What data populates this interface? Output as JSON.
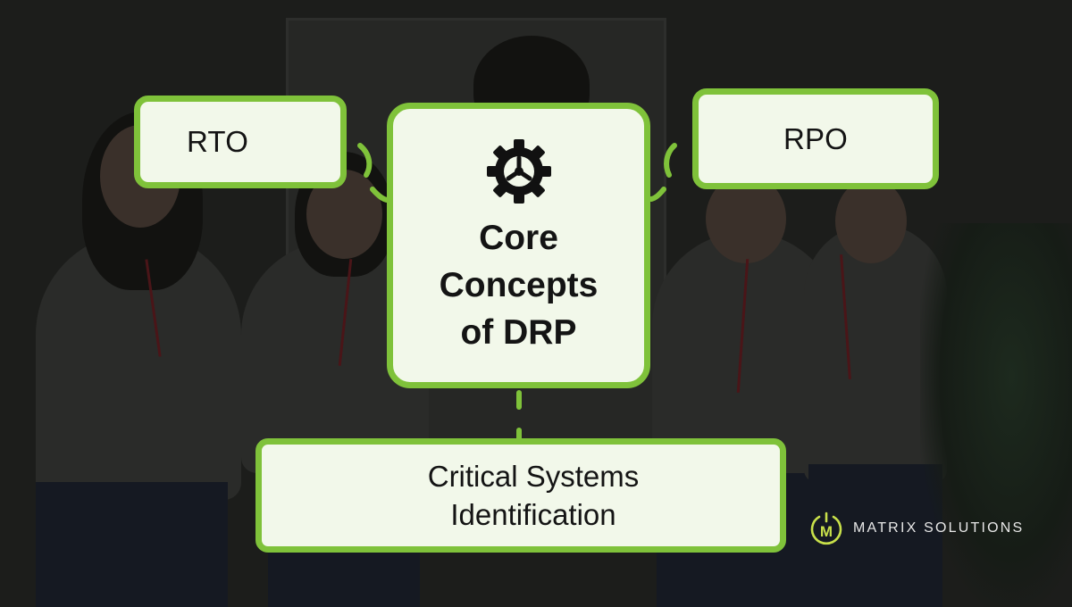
{
  "diagram": {
    "center": {
      "title_line1": "Core",
      "title_line2": "Concepts",
      "title_line3": "of DRP",
      "icon": "gear-icon"
    },
    "nodes": {
      "rto": {
        "label": "RTO"
      },
      "rpo": {
        "label": "RPO"
      },
      "critical": {
        "label": "Critical Systems\nIdentification"
      }
    }
  },
  "brand": {
    "name": "MATRIX SOLUTIONS",
    "logo_letter": "M",
    "icon": "power-m-logo"
  },
  "colors": {
    "accent_green": "#7fc23a",
    "box_fill": "#f2f8ea",
    "background": "#1c1d1b",
    "text_dark": "#141414"
  }
}
